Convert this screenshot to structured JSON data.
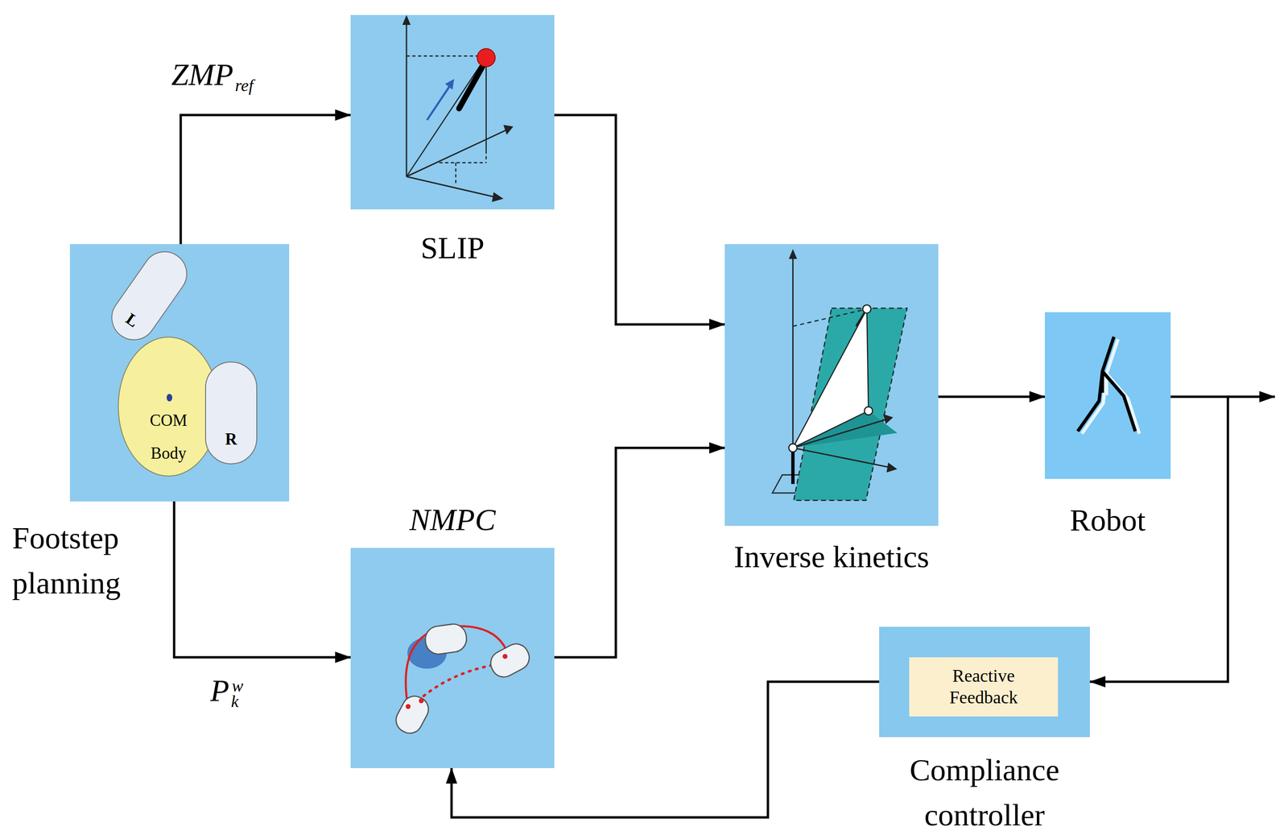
{
  "diagram": {
    "nodes": [
      {
        "text": [
          "Footstep planning"
        ]
      },
      {
        "text": [
          "L"
        ],
        "in": 0
      },
      {
        "text": [
          "COM Body"
        ],
        "in": 0
      },
      {
        "text": [
          "R"
        ],
        "in": 0
      },
      {
        "text": [
          "SLIP"
        ]
      },
      {
        "text": [
          "NMPC"
        ]
      },
      {
        "text": [
          "Inverse kinetics"
        ]
      },
      {
        "text": [
          "Robot"
        ]
      },
      {
        "text": [
          "Compliance controller"
        ]
      },
      {
        "text": [
          "Reactive Feedback"
        ],
        "in": 8
      }
    ],
    "edges": [
      {
        "from": 0,
        "to": 4,
        "arrow": "to",
        "label": "ZMP ref"
      },
      {
        "from": 0,
        "to": 5,
        "arrow": "to",
        "label": "P k w"
      },
      {
        "from": 4,
        "to": 6,
        "arrow": "to"
      },
      {
        "from": 5,
        "to": 6,
        "arrow": "to"
      },
      {
        "from": 6,
        "to": 7,
        "arrow": "to"
      },
      {
        "from": 7,
        "to": 8,
        "arrow": "to"
      },
      {
        "from": 8,
        "to": 5,
        "arrow": "to"
      }
    ]
  }
}
